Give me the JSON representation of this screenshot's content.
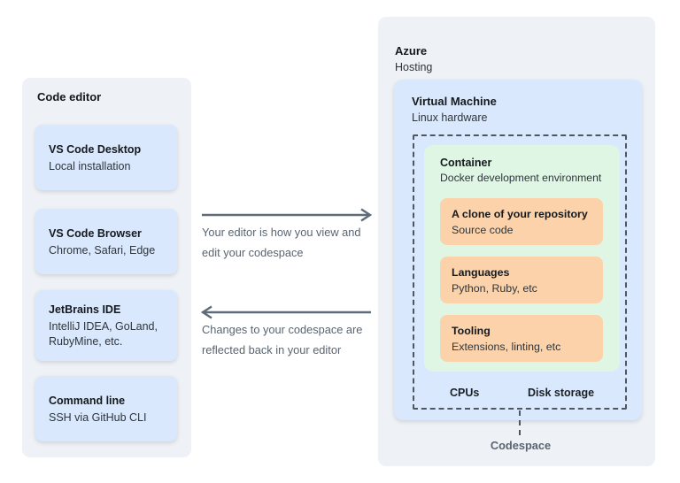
{
  "left_panel": {
    "title": "Code editor",
    "cards": [
      {
        "title": "VS Code Desktop",
        "subtitle": "Local installation"
      },
      {
        "title": "VS Code Browser",
        "subtitle": "Chrome, Safari, Edge"
      },
      {
        "title": "JetBrains IDE",
        "subtitle": "IntelliJ IDEA, GoLand, RubyMine, etc."
      },
      {
        "title": "Command line",
        "subtitle": "SSH via GitHub CLI"
      }
    ]
  },
  "flows": [
    {
      "direction": "right",
      "label": "Your editor is how you view and edit your codespace"
    },
    {
      "direction": "left",
      "label": "Changes to your codespace are reflected back in your editor"
    }
  ],
  "right_panel": {
    "title": "Azure",
    "subtitle": "Hosting",
    "vm": {
      "title": "Virtual Machine",
      "subtitle": "Linux hardware",
      "container": {
        "title": "Container",
        "subtitle": "Docker development environment",
        "cards": [
          {
            "title": "A clone of your repository",
            "subtitle": "Source code"
          },
          {
            "title": "Languages",
            "subtitle": "Python, Ruby, etc"
          },
          {
            "title": "Tooling",
            "subtitle": "Extensions, linting, etc"
          }
        ]
      },
      "resources": [
        "CPUs",
        "Disk storage"
      ],
      "codespace_label": "Codespace"
    }
  },
  "colors": {
    "panel_gray": "#eef1f5",
    "card_blue": "#d9e8fc",
    "container_green": "#def6e3",
    "card_orange": "#fbd2aa",
    "dashed_border": "#4e5761",
    "arrow": "#5f6b78",
    "annotation_text": "#5a6470",
    "heading_text": "#15191e",
    "body_text": "#2e353c"
  }
}
